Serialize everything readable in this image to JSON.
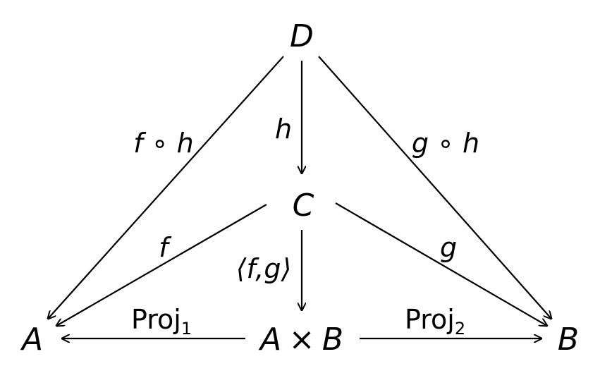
{
  "nodes": {
    "D": "D",
    "C": "C",
    "A": "A",
    "B": "B",
    "product_left": "A",
    "product_op": "×",
    "product_right": "B"
  },
  "labels": {
    "f_comp_h": "f ∘ h",
    "g_comp_h": "g ∘ h",
    "h": "h",
    "f": "f",
    "g": "g",
    "pairing": "⟨f,g⟩",
    "proj1_base": "Proj",
    "proj1_sub": "1",
    "proj2_base": "Proj",
    "proj2_sub": "2"
  },
  "edges": [
    {
      "from": "D",
      "to": "A",
      "label": "f ∘ h"
    },
    {
      "from": "D",
      "to": "C",
      "label": "h"
    },
    {
      "from": "D",
      "to": "B",
      "label": "g ∘ h"
    },
    {
      "from": "C",
      "to": "A",
      "label": "f"
    },
    {
      "from": "C",
      "to": "A × B",
      "label": "⟨f,g⟩"
    },
    {
      "from": "C",
      "to": "B",
      "label": "g"
    },
    {
      "from": "A × B",
      "to": "A",
      "label": "Proj1"
    },
    {
      "from": "A × B",
      "to": "B",
      "label": "Proj2"
    }
  ]
}
